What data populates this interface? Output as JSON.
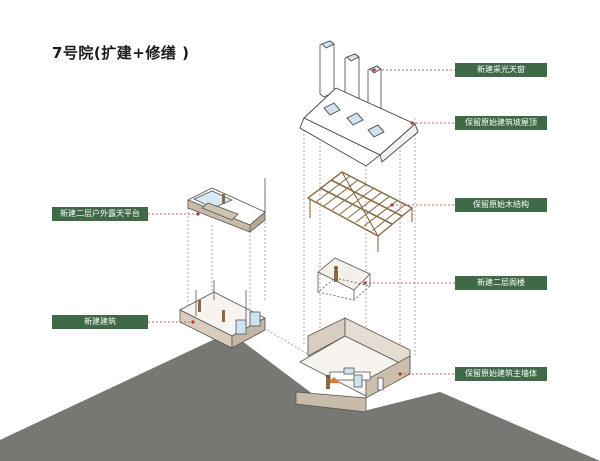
{
  "title": "7号院(扩建+修缮 )",
  "labels": {
    "skylight": "新建采光天窗",
    "roof": "保留原始建筑坡屋顶",
    "terrace": "新建二层户外露天平台",
    "wood_structure": "保留原始木结构",
    "loft": "新建二层阁楼",
    "new_building": "新建建筑",
    "main_wall": "保留原始建筑主墙体"
  },
  "colors": {
    "label_bg": "#3e6a47",
    "leader_line": "#b13a3a",
    "ground": "#7b7b77",
    "wall": "#d9cdbf",
    "wood": "#9a7b55"
  }
}
